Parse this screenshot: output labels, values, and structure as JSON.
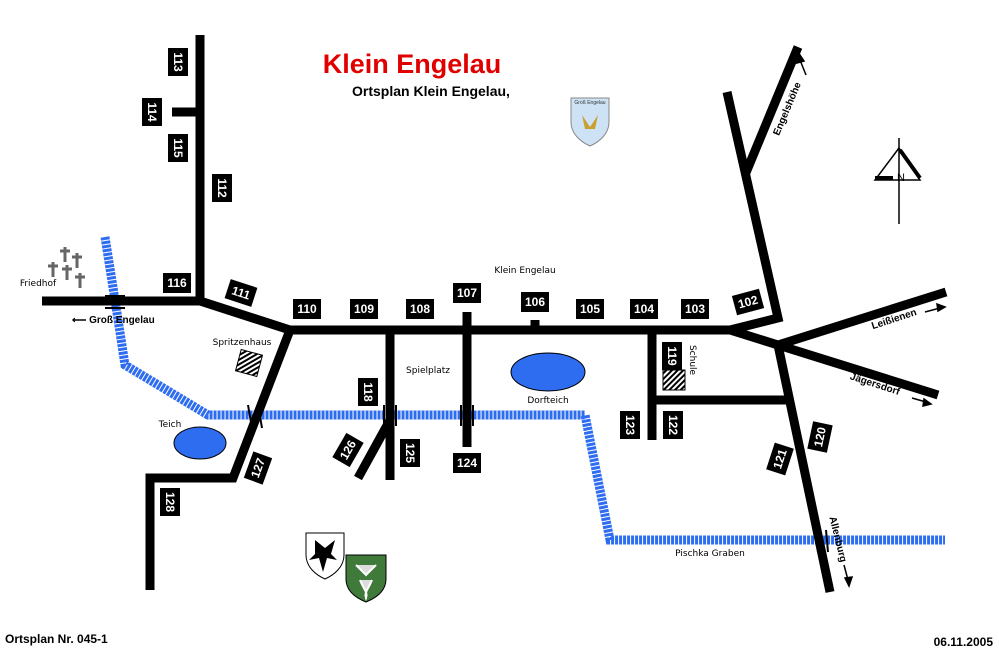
{
  "title": "Klein Engelau",
  "subtitle": "Ortsplan Klein Engelau,",
  "footer_left": "Ortsplan Nr. 045-1",
  "footer_right": "06.11.2005",
  "coat_of_arms_label": "Groß Engelau",
  "places": {
    "village": "Klein Engelau",
    "cemetery": "Friedhof",
    "firehouse": "Spritzenhaus",
    "playground": "Spielplatz",
    "village_pond": "Dorfteich",
    "pond": "Teich",
    "school": "Schule",
    "creek": "Pischka Graben"
  },
  "directions": {
    "west": "Groß Engelau",
    "north": "Engelshöhe",
    "east": "Leißienen",
    "southeast": "Jägersdorf",
    "south": "Allenburg"
  },
  "compass": "N",
  "house_numbers": [
    "113",
    "114",
    "115",
    "112",
    "116",
    "111",
    "110",
    "109",
    "108",
    "107",
    "106",
    "105",
    "104",
    "103",
    "102",
    "119",
    "118",
    "123",
    "122",
    "120",
    "121",
    "124",
    "125",
    "126",
    "127",
    "128"
  ],
  "colors": {
    "title": "#e00000",
    "water": "#2f6df0"
  }
}
